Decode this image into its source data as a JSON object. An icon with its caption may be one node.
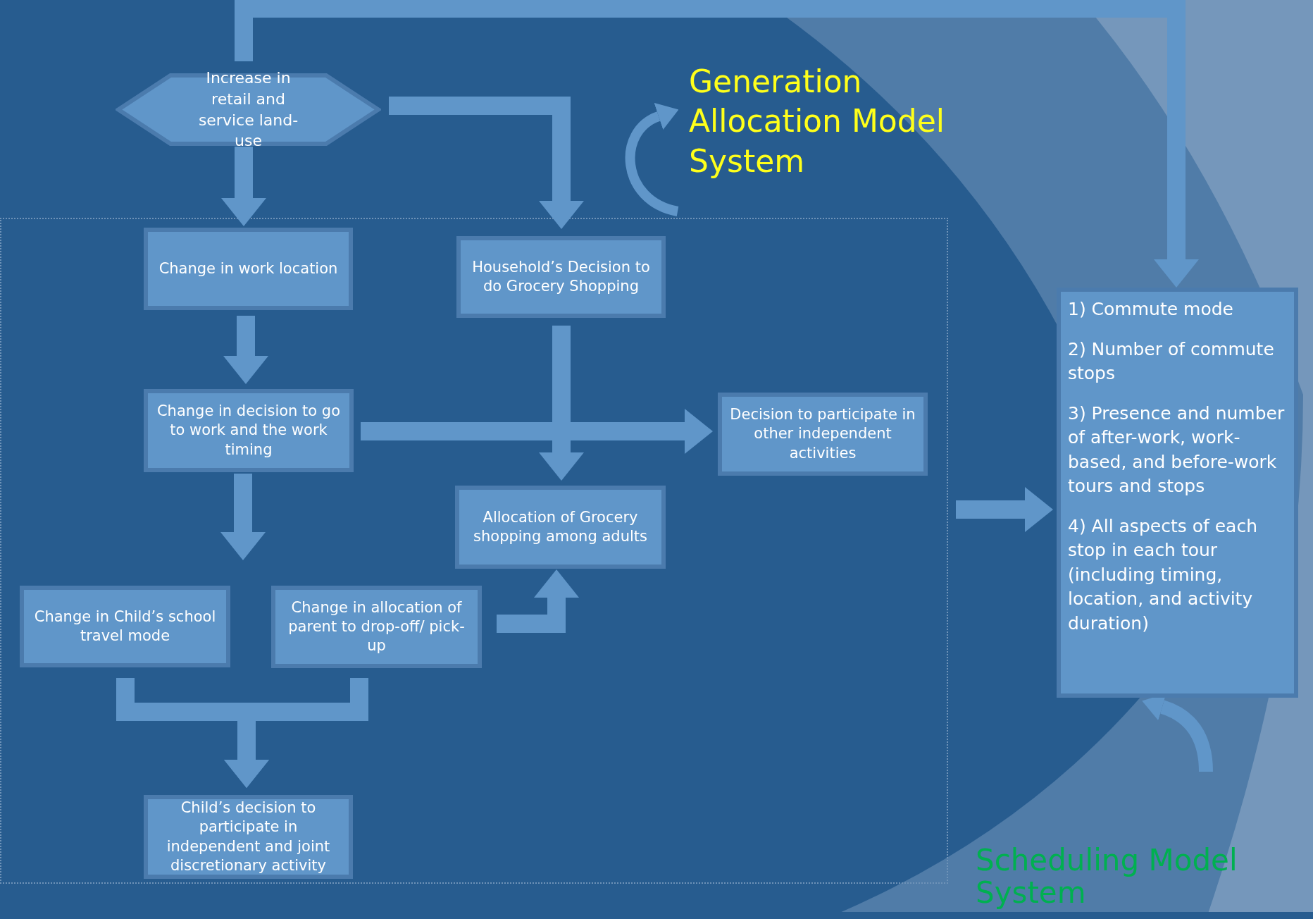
{
  "diagram": {
    "nodes": [
      {
        "text": [
          "Increase in retail and service land-use"
        ]
      },
      {
        "text": [],
        "shape": "box"
      },
      {
        "text": [
          "Change in work location"
        ],
        "in": 1
      },
      {
        "text": [
          "Household’s Decision to do Grocery Shopping"
        ],
        "in": 1
      },
      {
        "text": [
          "Change in decision to go to work and the work timing"
        ],
        "in": 1
      },
      {
        "text": [
          "Decision to participate in other independent activities"
        ],
        "in": 1
      },
      {
        "text": [
          "Allocation of Grocery shopping among adults"
        ],
        "in": 1
      },
      {
        "text": [
          "Change in Child’s school travel mode"
        ],
        "in": 1
      },
      {
        "text": [
          "Change in allocation of parent to drop-off/ pick-up"
        ],
        "in": 1
      },
      {
        "text": [
          "Child’s decision to participate in independent and joint discretionary activity"
        ],
        "in": 1
      },
      {
        "text": [
          "1) Commute mode",
          "2) Number of commute stops",
          "3) Presence and number of after-work, work-based, and before-work tours and stops",
          "4) All aspects of each stop in each tour (including timing, location, and activity duration)"
        ]
      }
    ],
    "edges": [
      {
        "from": 0,
        "to": 2,
        "arrow": "to"
      },
      {
        "from": 0,
        "to": 3,
        "arrow": "to"
      },
      {
        "from": 0,
        "to": 10,
        "arrow": "to"
      },
      {
        "from": 2,
        "to": 4,
        "arrow": "to"
      },
      {
        "from": 4,
        "to": 5,
        "arrow": "to"
      },
      {
        "from": 3,
        "to": 6,
        "arrow": "to"
      },
      {
        "from": 4,
        "to": null,
        "arrow": "to"
      },
      {
        "from": 8,
        "to": 6,
        "arrow": "to"
      },
      {
        "from": 7,
        "to": 9,
        "arrow": "to"
      },
      {
        "from": 8,
        "to": 9,
        "arrow": "to"
      },
      {
        "from": 1,
        "to": 10,
        "arrow": "to"
      }
    ],
    "labels": [
      "Generation Allocation Model System",
      "Scheduling Model System"
    ]
  }
}
